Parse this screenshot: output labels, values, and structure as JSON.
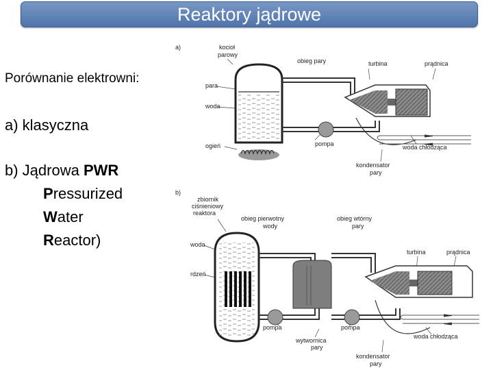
{
  "title": "Reaktory jądrowe",
  "left_text": {
    "comparison": "Porównanie elektrowni:",
    "item_a": "a) klasyczna",
    "item_b_prefix": "b)  Jądrowa ",
    "item_b_acronym": "PWR",
    "item_b_line2": [
      "P",
      "ressurized"
    ],
    "item_b_line3": [
      "W",
      "ater"
    ],
    "item_b_line4": [
      "R",
      "eactor)"
    ]
  },
  "diagram_a": {
    "tag": "a)",
    "boiler_label_1": "kocioł",
    "boiler_label_2": "parowy",
    "steam_cycle": "obieg pary",
    "turbine": "turbina",
    "generator": "prądnica",
    "steam": "para",
    "water": "woda",
    "fire": "ogień",
    "pump": "pompa",
    "cooling_water": "woda chłodząca",
    "condenser_1": "kondensator",
    "condenser_2": "pary"
  },
  "diagram_b": {
    "tag": "b)",
    "vessel_1": "zbiornik",
    "vessel_2": "ciśnieniowy",
    "vessel_3": "reaktora",
    "primary_1": "obieg pierwotny",
    "primary_2": "wody",
    "secondary_1": "obieg wtórny",
    "secondary_2": "pary",
    "water": "woda",
    "core": "rdzeń",
    "turbine": "turbina",
    "generator": "prądnica",
    "pump_1": "pompa",
    "pump_2": "pompa",
    "steam_gen_1": "wytwornica",
    "steam_gen_2": "pary",
    "cooling_water": "woda chłodząca",
    "condenser_1": "kondensator",
    "condenser_2": "pary"
  }
}
